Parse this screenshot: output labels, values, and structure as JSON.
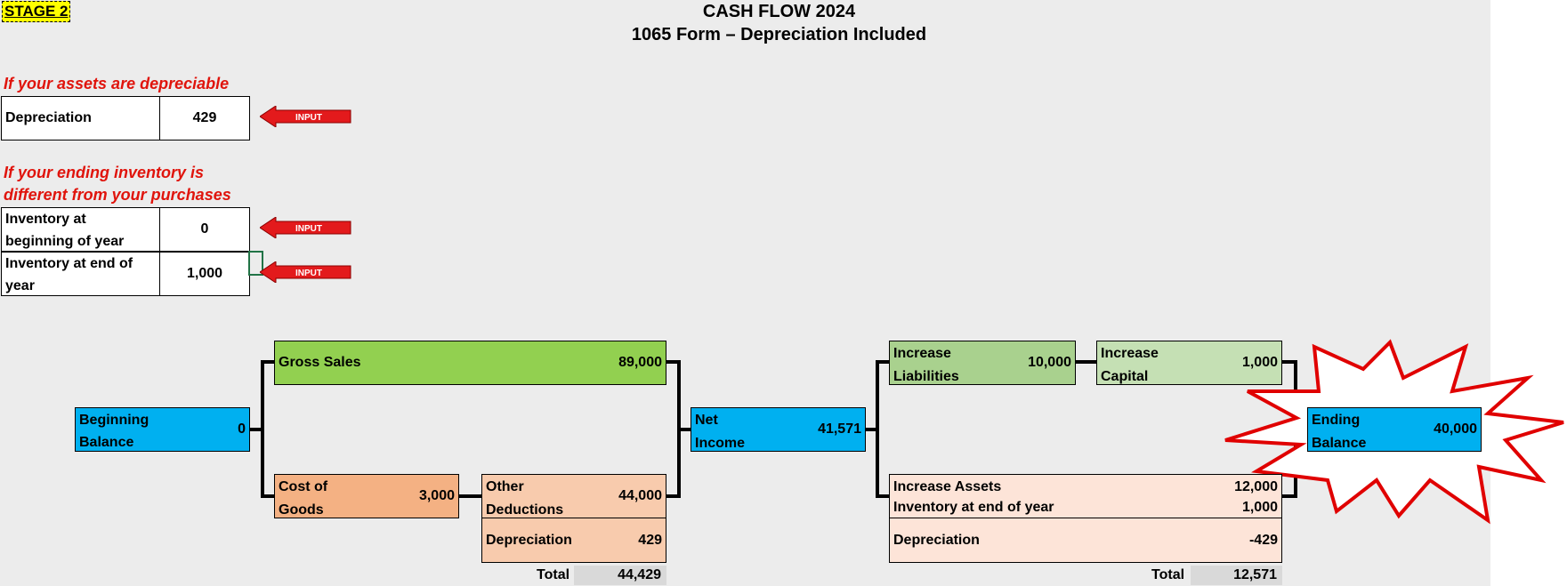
{
  "stage_label": "STAGE 2",
  "title": "CASH FLOW 2024",
  "subtitle": "1065 Form – Depreciation Included",
  "notes": {
    "depreciable": "If your assets are depreciable",
    "inventory_line1": "If your ending inventory is",
    "inventory_line2": "different from your purchases"
  },
  "inputs": {
    "depreciation": {
      "label": "Depreciation",
      "value": "429"
    },
    "inventory_begin": {
      "label_line1": "Inventory at",
      "label_line2": "beginning of year",
      "value": "0"
    },
    "inventory_end": {
      "label_line1": "Inventory at end of",
      "label_line2": "year",
      "value": "1,000"
    },
    "arrow_text": "INPUT"
  },
  "flow": {
    "beginning_balance": {
      "line1": "Beginning",
      "line2": "Balance",
      "value": "0"
    },
    "gross_sales": {
      "label": "Gross Sales",
      "value": "89,000"
    },
    "cost_of_goods": {
      "line1": "Cost of",
      "line2": "Goods",
      "value": "3,000"
    },
    "other_deductions": {
      "line1": "Other",
      "line2": "Deductions",
      "value": "44,000"
    },
    "depreciation_left": {
      "label": "Depreciation",
      "value": "429"
    },
    "total_left": {
      "label": "Total",
      "value": "44,429"
    },
    "net_income": {
      "line1": "Net",
      "line2": "Income",
      "value": "41,571"
    },
    "increase_liabilities": {
      "line1": "Increase",
      "line2": "Liabilities",
      "value": "10,000"
    },
    "increase_capital": {
      "line1": "Increase",
      "line2": "Capital",
      "value": "1,000"
    },
    "increase_assets": {
      "label": "Increase Assets",
      "value": "12,000"
    },
    "inventory_end_of_year": {
      "label": "Inventory at end of  year",
      "value": "1,000"
    },
    "depreciation_right": {
      "label": "Depreciation",
      "value": "-429"
    },
    "total_right": {
      "label": "Total",
      "value": "12,571"
    },
    "ending_balance": {
      "line1": "Ending",
      "line2": "Balance",
      "value": "40,000"
    }
  },
  "colors": {
    "note_red": "#e0140c",
    "arrow_red": "#e31a1c",
    "gross_sales": "#92d050",
    "balance_blue": "#00b0f0",
    "cost_orange": "#f4b183",
    "deduction_peach": "#f8cbad",
    "liabilities_green": "#a9d18e",
    "capital_green": "#c5e0b4",
    "assets_peach": "#fde4d8",
    "starburst": "#e00000"
  }
}
